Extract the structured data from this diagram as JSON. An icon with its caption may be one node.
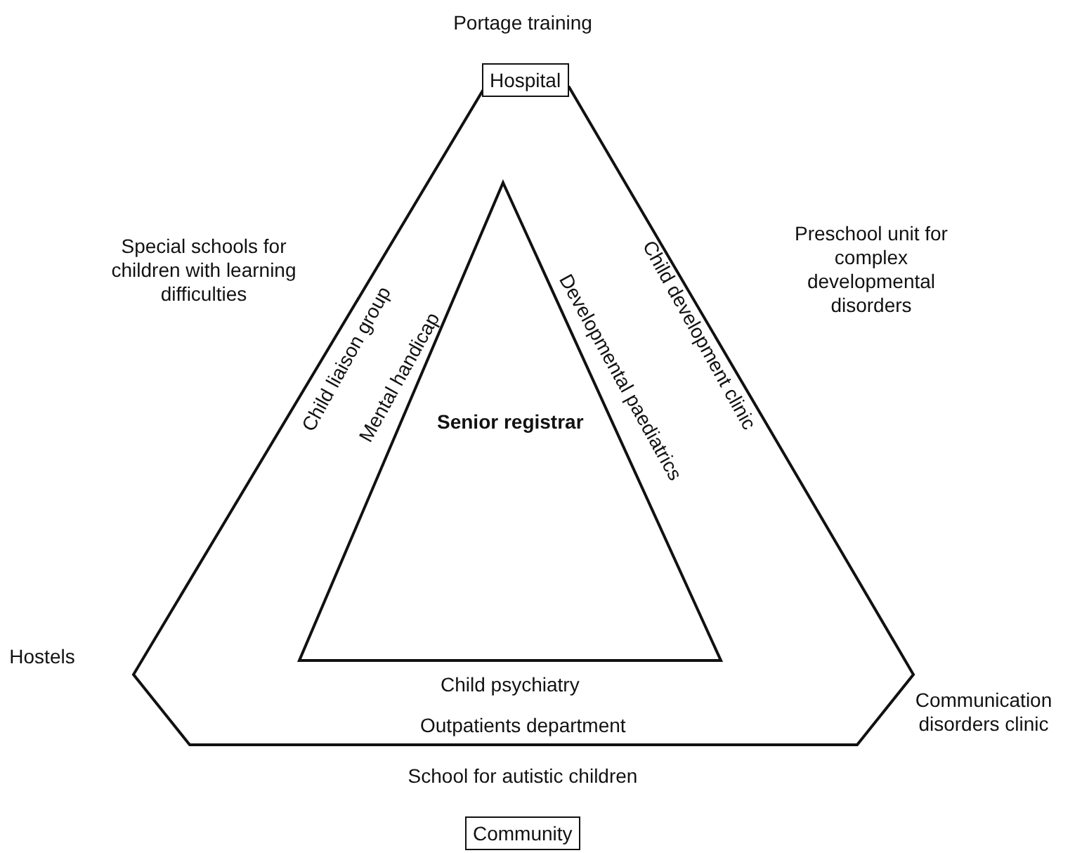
{
  "diagram": {
    "nodes": [
      {
        "text": [
          "Child liaison group",
          "Mental handicap",
          "Child development clinic",
          "Developmental paediatrics",
          "Child psychiatry",
          "Outpatients department"
        ]
      },
      {
        "text": [
          "Senior registrar"
        ],
        "in": 0
      },
      {
        "text": [
          "Hospital"
        ]
      },
      {
        "text": [
          "Community"
        ]
      }
    ],
    "labels": [
      "Portage training",
      "Special schools for children with learning difficulties",
      "Preschool unit for complex developmental disorders",
      "Hostels",
      "Communication disorders clinic",
      "School for autistic children"
    ]
  }
}
